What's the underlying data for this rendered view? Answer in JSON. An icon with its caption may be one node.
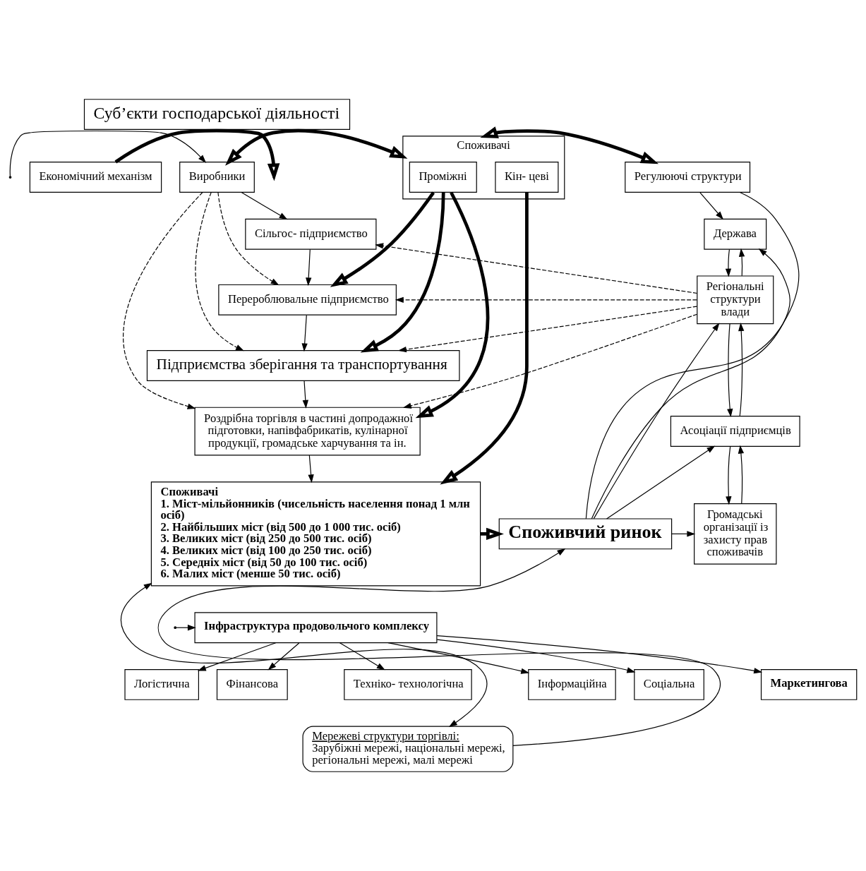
{
  "diagram": {
    "nodes": [
      {
        "text": [
          "Суб’єкти господарської діяльності"
        ]
      },
      {
        "text": [
          "Економічний механізм"
        ]
      },
      {
        "text": [
          "Виробники"
        ]
      },
      {
        "text": [
          "Споживачі"
        ]
      },
      {
        "text": [
          "Проміжні"
        ],
        "in": 3
      },
      {
        "text": [
          "Кін- цеві"
        ],
        "in": 3
      },
      {
        "text": [
          "Регулюючі структури"
        ]
      },
      {
        "text": [
          "Сільгос- підприємство"
        ]
      },
      {
        "text": [
          "Перероблювальне підприємство"
        ]
      },
      {
        "text": [
          "Підприємства зберігання та транспортування"
        ]
      },
      {
        "text": [
          "Роздрібна торгівля в частині допродажної підготовки, напівфабрикатів, кулінарної продукції, громадське харчування та ін."
        ]
      },
      {
        "text": [
          "Споживачі",
          "1. Міст-мільйонників (чисельність населення понад 1 млн осіб)",
          "2. Найбільших міст (від 500 до 1 000 тис. осіб)",
          "3. Великих міст (від 250 до 500 тис. осіб)",
          "4. Великих міст (від 100 до 250 тис. осіб)",
          "5. Середніх міст (від 50 до 100 тис. осіб)",
          "6. Малих міст (менше 50 тис. осіб)"
        ]
      },
      {
        "text": [
          "Держава"
        ]
      },
      {
        "text": [
          "Регіональні структури влади"
        ]
      },
      {
        "text": [
          "Асоціації підприємців"
        ]
      },
      {
        "text": [
          "Громадські організації із захисту прав споживачів"
        ]
      },
      {
        "text": [
          "Споживчий ринок"
        ]
      },
      {
        "text": [
          "Інфраструктура продовольчого комплексу"
        ]
      },
      {
        "text": [
          "Маркетингова"
        ]
      },
      {
        "text": [
          "Техніко- технологічна"
        ]
      },
      {
        "text": [
          "Логістична"
        ]
      },
      {
        "text": [
          "Фінансова"
        ]
      },
      {
        "text": [
          "Інформаційна"
        ]
      },
      {
        "text": [
          "Соціальна"
        ]
      },
      {
        "text": [
          "Мережеві структури торгівлі:",
          "Зарубіжні мережі, національні мережі, регіональні мережі, малі мережі"
        ]
      }
    ],
    "edges": [
      {
        "from": 1,
        "to": null,
        "arrow": "to",
        "style": "thick"
      },
      {
        "from": null,
        "to": 2,
        "arrow": "to"
      },
      {
        "from": 2,
        "to": 3,
        "arrow": "both",
        "style": "thick"
      },
      {
        "from": 3,
        "to": 6,
        "arrow": "both",
        "style": "thick"
      },
      {
        "from": 2,
        "to": 7,
        "arrow": "to"
      },
      {
        "from": 7,
        "to": 8,
        "arrow": "to"
      },
      {
        "from": 8,
        "to": 9,
        "arrow": "to"
      },
      {
        "from": 9,
        "to": 10,
        "arrow": "to"
      },
      {
        "from": 10,
        "to": 11,
        "arrow": "to"
      },
      {
        "from": 2,
        "to": 8,
        "arrow": "to",
        "style": "dashed"
      },
      {
        "from": 2,
        "to": 9,
        "arrow": "to",
        "style": "dashed"
      },
      {
        "from": 2,
        "to": 10,
        "arrow": "to",
        "style": "dashed"
      },
      {
        "from": 4,
        "to": 8,
        "arrow": "to",
        "style": "thick"
      },
      {
        "from": 4,
        "to": 9,
        "arrow": "to",
        "style": "thick"
      },
      {
        "from": 4,
        "to": 10,
        "arrow": "to",
        "style": "thick"
      },
      {
        "from": 5,
        "to": 11,
        "arrow": "to",
        "style": "thick"
      },
      {
        "from": 13,
        "to": 7,
        "arrow": "to",
        "style": "dashed"
      },
      {
        "from": 13,
        "to": 8,
        "arrow": "to",
        "style": "dashed"
      },
      {
        "from": 13,
        "to": 9,
        "arrow": "to",
        "style": "dashed"
      },
      {
        "from": 13,
        "to": 10,
        "arrow": "to",
        "style": "dashed"
      },
      {
        "from": 6,
        "to": 12,
        "arrow": "to"
      },
      {
        "from": 12,
        "to": 13,
        "arrow": "to"
      },
      {
        "from": 13,
        "to": 12,
        "arrow": "to"
      },
      {
        "from": 13,
        "to": 14,
        "arrow": "to"
      },
      {
        "from": 14,
        "to": 13,
        "arrow": "to"
      },
      {
        "from": 14,
        "to": 15,
        "arrow": "to"
      },
      {
        "from": 15,
        "to": 14,
        "arrow": "to"
      },
      {
        "from": 6,
        "to": 16,
        "arrow": "none"
      },
      {
        "from": 16,
        "to": 12,
        "arrow": "to"
      },
      {
        "from": 16,
        "to": 13,
        "arrow": "to"
      },
      {
        "from": 16,
        "to": 14,
        "arrow": "to"
      },
      {
        "from": 16,
        "to": 15,
        "arrow": "to"
      },
      {
        "from": 11,
        "to": 16,
        "arrow": "to",
        "style": "thick"
      },
      {
        "from": null,
        "to": 17,
        "arrow": "to"
      },
      {
        "from": 17,
        "to": 18,
        "arrow": "to"
      },
      {
        "from": 17,
        "to": 19,
        "arrow": "to"
      },
      {
        "from": 17,
        "to": 20,
        "arrow": "to"
      },
      {
        "from": 17,
        "to": 21,
        "arrow": "to"
      },
      {
        "from": 17,
        "to": 22,
        "arrow": "to"
      },
      {
        "from": 17,
        "to": 23,
        "arrow": "to"
      },
      {
        "from": 11,
        "to": 24,
        "arrow": "both"
      },
      {
        "from": 24,
        "to": 16,
        "arrow": "to"
      }
    ]
  }
}
